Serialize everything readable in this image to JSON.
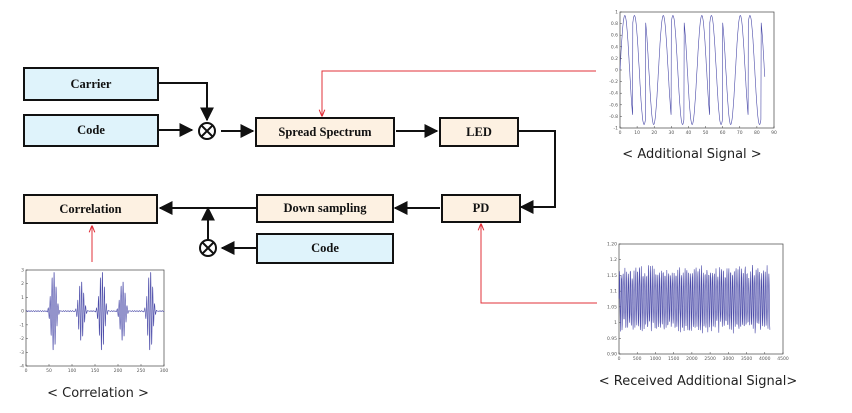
{
  "blocks": {
    "carrier": "Carrier",
    "code_top": "Code",
    "spread_spectrum": "Spread Spectrum",
    "led": "LED",
    "pd": "PD",
    "down_sampling": "Down sampling",
    "code_bottom": "Code",
    "correlation": "Correlation"
  },
  "captions": {
    "additional_signal": "< Additional Signal >",
    "received_additional_signal": "< Received Additional Signal>",
    "correlation": "< Correlation >"
  },
  "plots": {
    "additional": {
      "x_ticks": [
        "0",
        "10",
        "20",
        "30",
        "40",
        "50",
        "60",
        "70",
        "80",
        "90"
      ],
      "y_ticks": [
        "1",
        "0.8",
        "0.6",
        "0.4",
        "0.2",
        "0",
        "-0.2",
        "-0.4",
        "-0.6",
        "-0.8",
        "-1"
      ]
    },
    "received": {
      "x_ticks": [
        "0",
        "500",
        "1000",
        "1500",
        "2000",
        "2500",
        "3000",
        "3500",
        "4000",
        "4500"
      ],
      "y_ticks": [
        "1.20",
        "1.2",
        "1.15",
        "1.1",
        "1.05",
        "1",
        "0.95",
        "0.90"
      ]
    },
    "correlation": {
      "x_ticks": [
        "0",
        "50",
        "100",
        "150",
        "200",
        "250",
        "300"
      ],
      "y_ticks": [
        "3",
        "2",
        "1",
        "0",
        "-1",
        "-2",
        "-3",
        "-4"
      ]
    }
  },
  "colors": {
    "signal": "#4a4aa8",
    "arrow_black": "#111111",
    "arrow_red": "#e0303a"
  }
}
